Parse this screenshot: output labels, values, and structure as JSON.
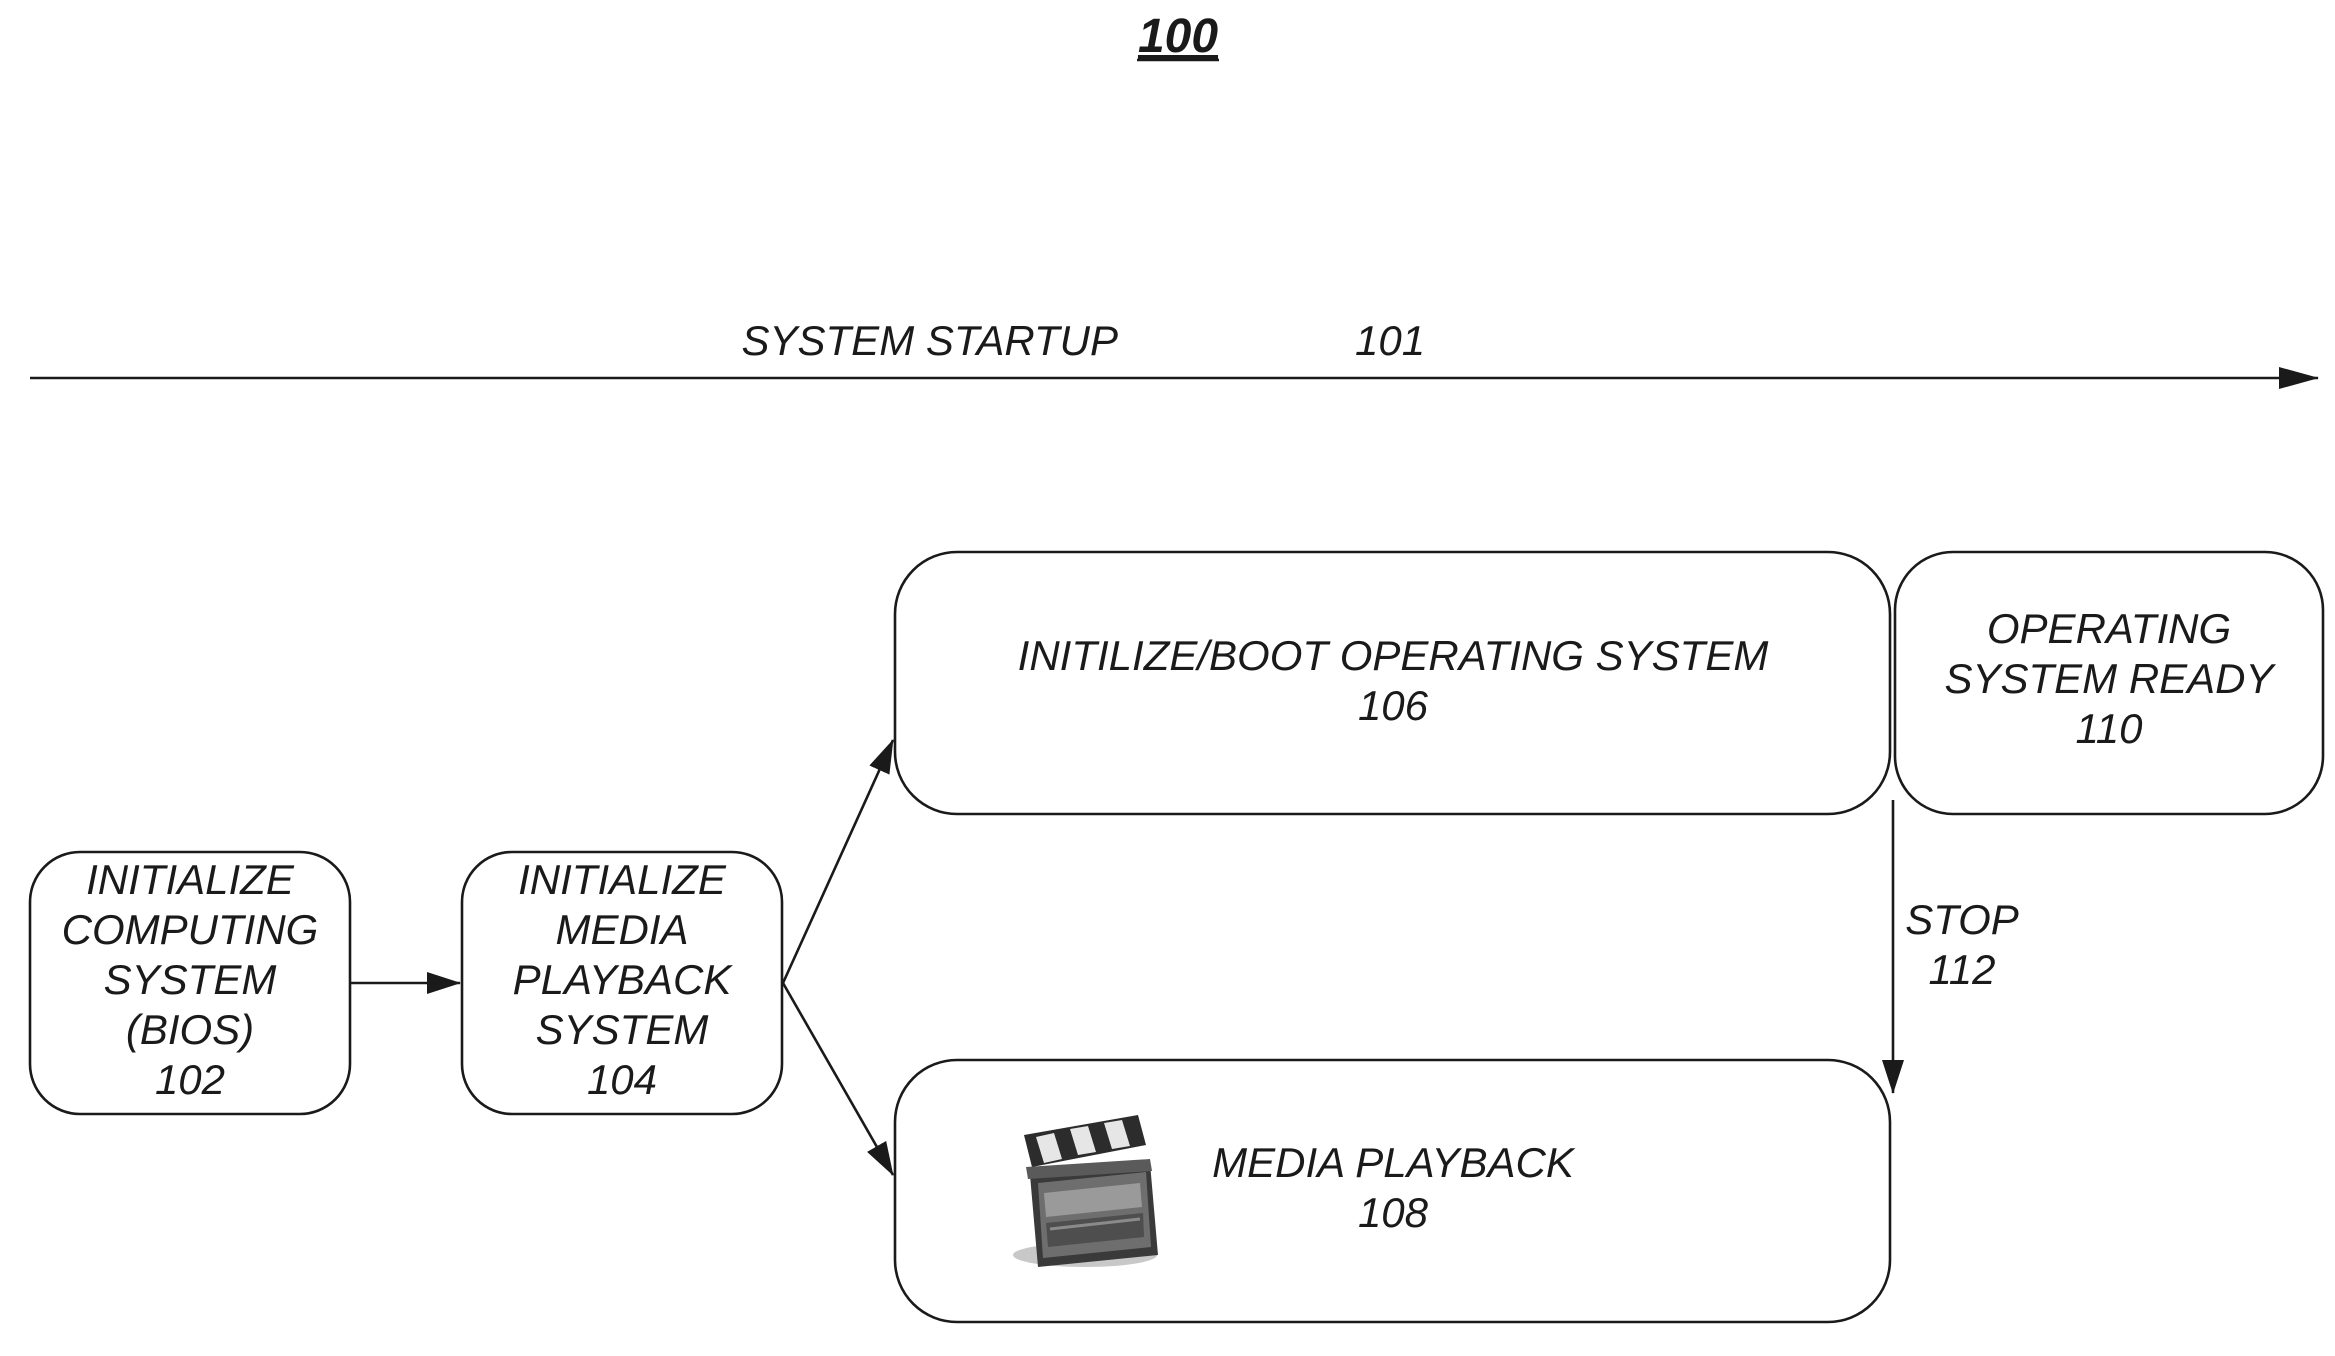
{
  "figure_number": "100",
  "timeline": {
    "label": "SYSTEM STARTUP",
    "ref": "101"
  },
  "boxes": [
    {
      "id": "init-computing",
      "lines": [
        "INITIALIZE",
        "COMPUTING",
        "SYSTEM",
        "(BIOS)"
      ],
      "ref": "102"
    },
    {
      "id": "init-media",
      "lines": [
        "INITIALIZE",
        "MEDIA",
        "PLAYBACK",
        "SYSTEM"
      ],
      "ref": "104"
    },
    {
      "id": "boot-os",
      "lines": [
        "INITILIZE/BOOT OPERATING SYSTEM"
      ],
      "ref": "106"
    },
    {
      "id": "os-ready",
      "lines": [
        "OPERATING",
        "SYSTEM READY"
      ],
      "ref": "110"
    },
    {
      "id": "media-playback",
      "lines": [
        "MEDIA PLAYBACK"
      ],
      "ref": "108"
    }
  ],
  "stop": {
    "label": "STOP",
    "ref": "112"
  },
  "icons": [
    "clapperboard-icon"
  ]
}
